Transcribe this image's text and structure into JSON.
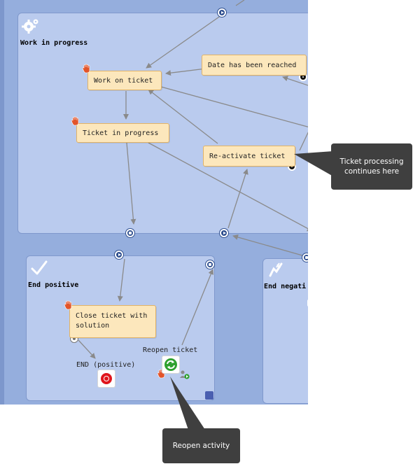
{
  "lanes": {
    "work_in_progress": "Work in progress",
    "end_positive": "End positive",
    "end_negative": "End negati"
  },
  "nodes": {
    "work_on_ticket": "Work on ticket",
    "date_reached": "Date has been reached",
    "ticket_in_progress": "Ticket in progress",
    "reactivate_ticket": "Re-activate ticket",
    "close_ticket": "Close ticket with solution"
  },
  "labels": {
    "end_positive_node": "END (positive)",
    "reopen_ticket": "Reopen ticket"
  },
  "tooltips": {
    "ticket_processing": "Ticket processing continues here",
    "reopen_activity": "Reopen activity"
  },
  "colors": {
    "canvas": "#95aedd",
    "lane": "#bacbee",
    "node_fill": "#fce7bc",
    "node_border": "#e2b366",
    "tooltip": "#3f3f3f",
    "connector": "#2f4f8f"
  },
  "icons": [
    "gear-icon",
    "checkmark-icon",
    "broken-star-icon",
    "hand-icon",
    "refresh-icon",
    "end-icon",
    "play-icon",
    "stop-icon"
  ]
}
